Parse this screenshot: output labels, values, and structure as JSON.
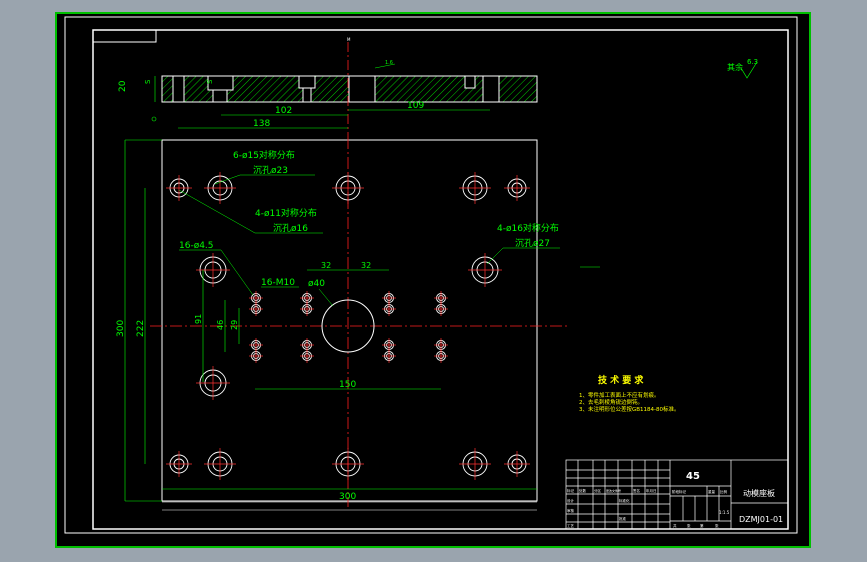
{
  "colors": {
    "background": "#000000",
    "frame": "#ffffff",
    "outer_border": "#00c000",
    "dimension": "#00ff00",
    "centerline": "#ff2020",
    "hatch": "#00ff00",
    "note_text": "#ffff00",
    "title_text": "#ffffff",
    "hole": "#ff3030"
  },
  "section_view": {
    "dims": {
      "height": "20",
      "d1": "102",
      "d2": "109",
      "d3": "138",
      "s1": "S",
      "s2": "S"
    },
    "roughness_mark": "1.6"
  },
  "plan_view": {
    "dims": {
      "overall_height": "300",
      "inner_height": "222",
      "overall_width": "300",
      "bolt_span": "150",
      "v91": "91",
      "v46": "46",
      "v29": "29",
      "h32a": "32",
      "h32b": "32"
    },
    "callouts": {
      "c1_line1": "6-ø15对称分布",
      "c1_line2": "沉孔ø23",
      "c2_line1": "4-ø11对称分布",
      "c2_line2": "沉孔ø16",
      "c3_line1": "4-ø16对称分布",
      "c3_line2": "沉孔ø27",
      "c4": "16-ø4.5",
      "c5": "16-M10",
      "c6": "ø40"
    }
  },
  "roughness_general": {
    "label": "其余",
    "value": "6.3"
  },
  "tech_requirements": {
    "title": "技 术 要 求",
    "items": [
      "1、零件加工表面上不应有划痕。",
      "2、去毛刺棱角锐边倒钝。",
      "3、未注明形位公差按GB1184-80标准。"
    ]
  },
  "title_block": {
    "material": "45",
    "part_name": "动模座板",
    "drawing_no": "DZMJ01-01",
    "scale": "1:1.5",
    "headers": [
      "标记",
      "处数",
      "分区",
      "更改文件号",
      "签名",
      "年月日"
    ],
    "roles": [
      "设计",
      "审核",
      "工艺"
    ],
    "sub_roles": [
      "标准化",
      "批准"
    ],
    "stage_headers": [
      "阶段标记",
      "重量",
      "比例"
    ],
    "sheet_row": [
      "共",
      "张",
      "第",
      "张"
    ]
  }
}
